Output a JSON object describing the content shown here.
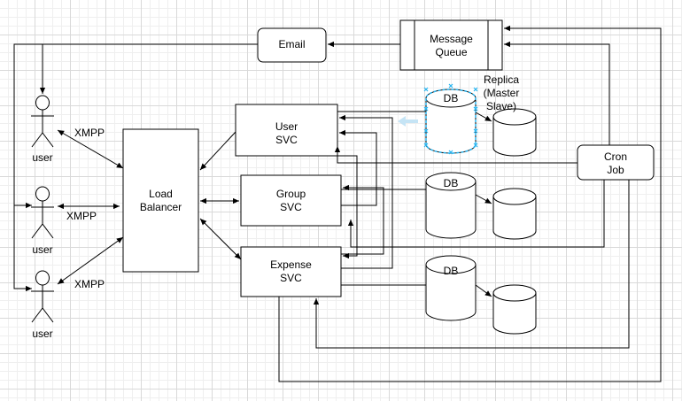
{
  "nodes": {
    "email": "Email",
    "message_queue": {
      "line1": "Message",
      "line2": "Queue"
    },
    "load_balancer": {
      "line1": "Load",
      "line2": "Balancer"
    },
    "user_svc": {
      "line1": "User",
      "line2": "SVC"
    },
    "group_svc": {
      "line1": "Group",
      "line2": "SVC"
    },
    "expense_svc": {
      "line1": "Expense",
      "line2": "SVC"
    },
    "cron_job": {
      "line1": "Cron",
      "line2": "Job"
    },
    "db_label": "DB",
    "replica_note": {
      "line1": "Replica",
      "line2": "(Master",
      "line3": "Slave)"
    }
  },
  "actors": {
    "label": "user"
  },
  "edges": {
    "protocol": "XMPP"
  },
  "colors": {
    "stroke": "#000000",
    "selection": "#29b6f2",
    "hint_arrow": "#c5e4f5"
  }
}
